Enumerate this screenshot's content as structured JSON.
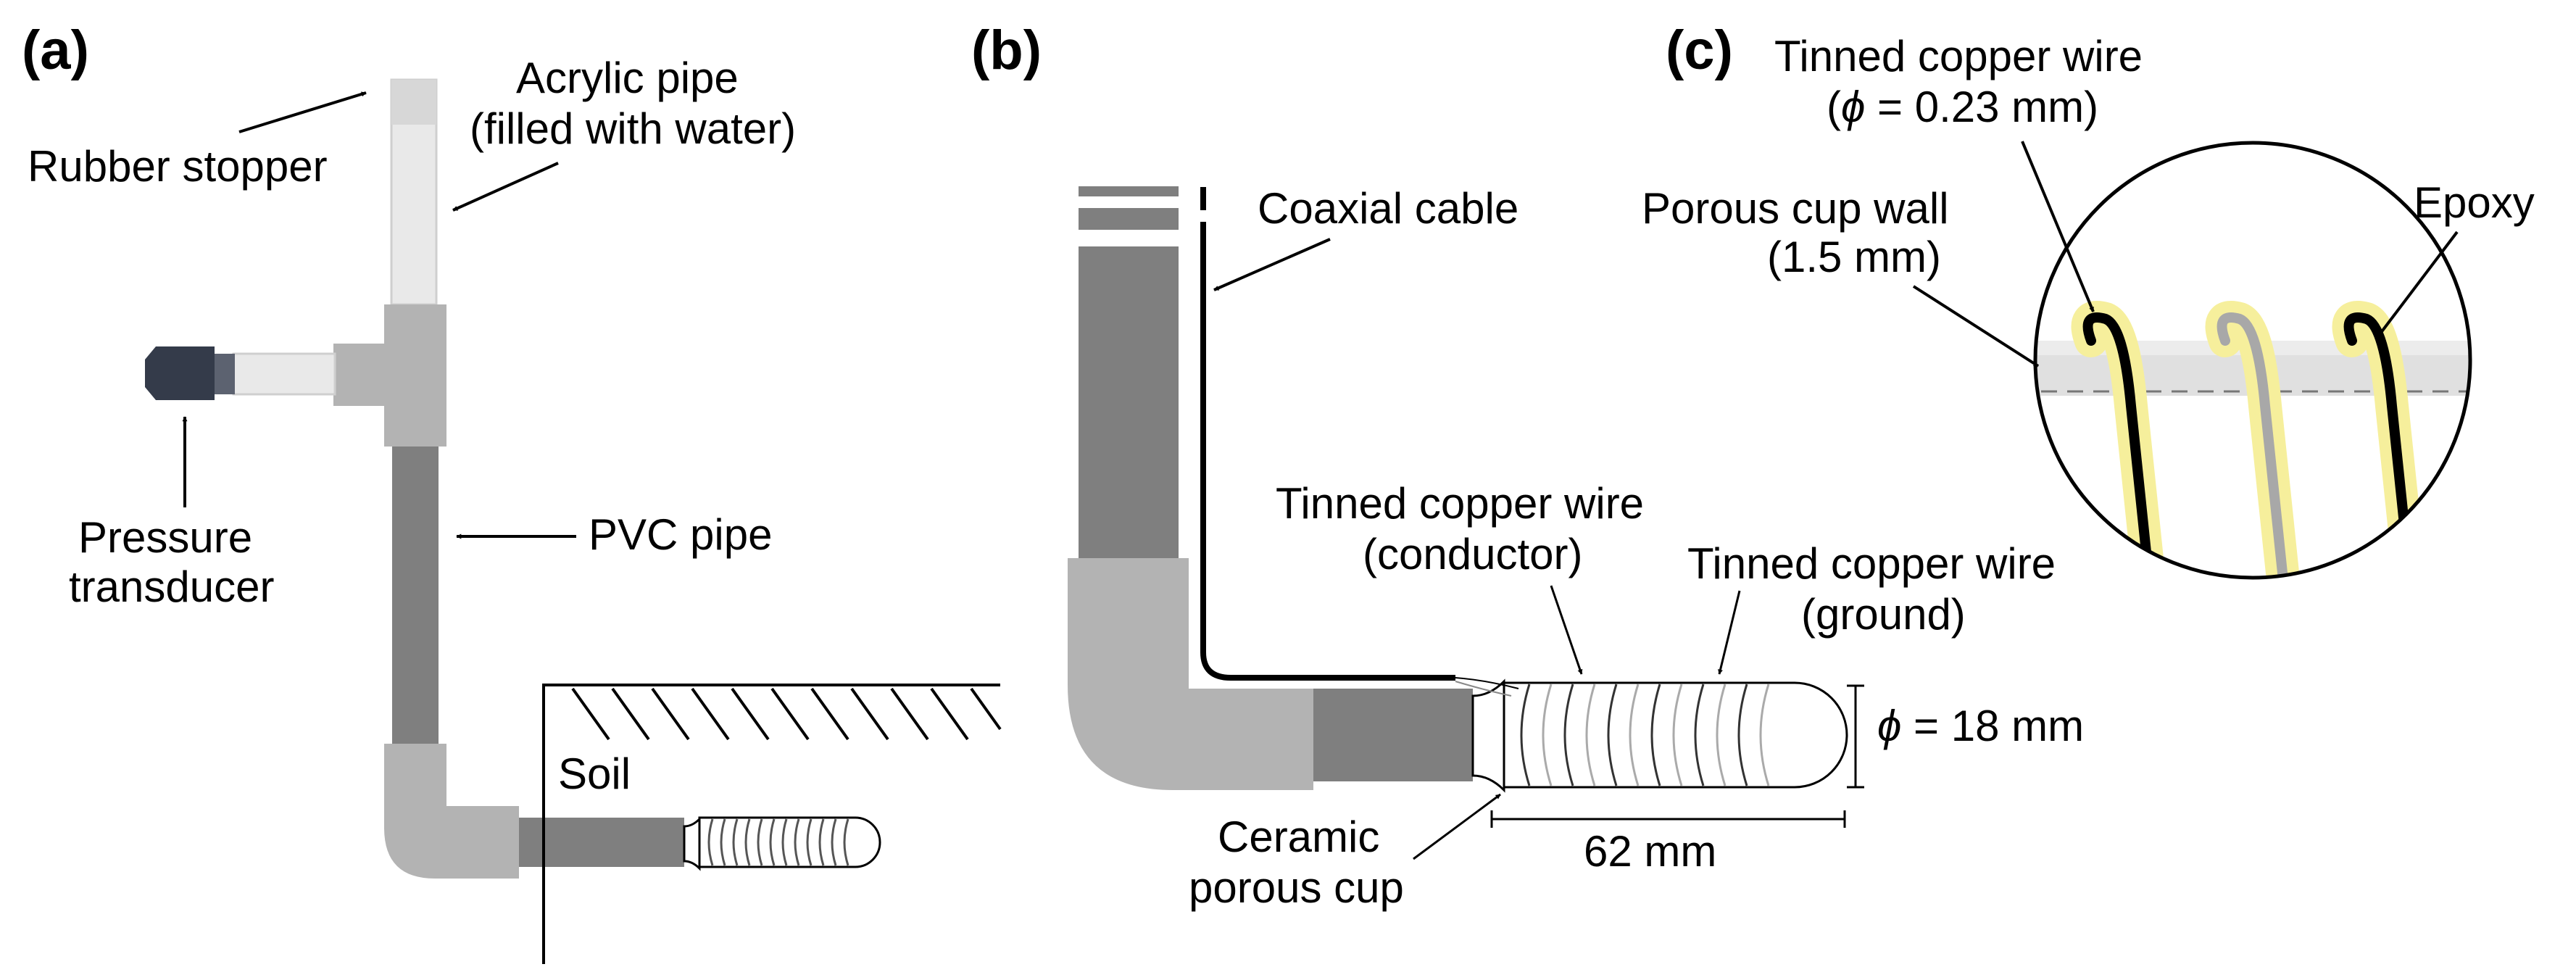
{
  "panels": {
    "a": {
      "letter": "(a)",
      "rubber_stopper": "Rubber stopper",
      "acrylic_line1": "Acrylic pipe",
      "acrylic_line2": "(filled with water)",
      "pressure_line1": "Pressure",
      "pressure_line2": "transducer",
      "pvc": "PVC pipe",
      "soil": "Soil"
    },
    "b": {
      "letter": "(b)",
      "coaxial": "Coaxial cable",
      "conductor_line1": "Tinned copper wire",
      "conductor_line2": "(conductor)",
      "ground_line1": "Tinned copper wire",
      "ground_line2": "(ground)",
      "diameter_symbol": "ϕ",
      "diameter_value": " = 18 mm",
      "length": "62 mm",
      "cup_line1": "Ceramic",
      "cup_line2": "porous cup"
    },
    "c": {
      "letter": "(c)",
      "wire_line1": "Tinned copper wire",
      "wire_open": "(",
      "wire_symbol": "ϕ",
      "wire_close": " = 0.23 mm)",
      "wall_line1": "Porous cup wall",
      "wall_line2": "(1.5 mm)",
      "epoxy": "Epoxy"
    }
  },
  "colors": {
    "acrylic": "#e6e6e6",
    "acrylic_dark": "#d2d2d2",
    "pvc_light": "#b3b3b3",
    "pvc_dark": "#7f7f7f",
    "transducer": "#343b4a",
    "epoxy": "#f6ef9c",
    "wire_ground": "#a8a8a8"
  }
}
